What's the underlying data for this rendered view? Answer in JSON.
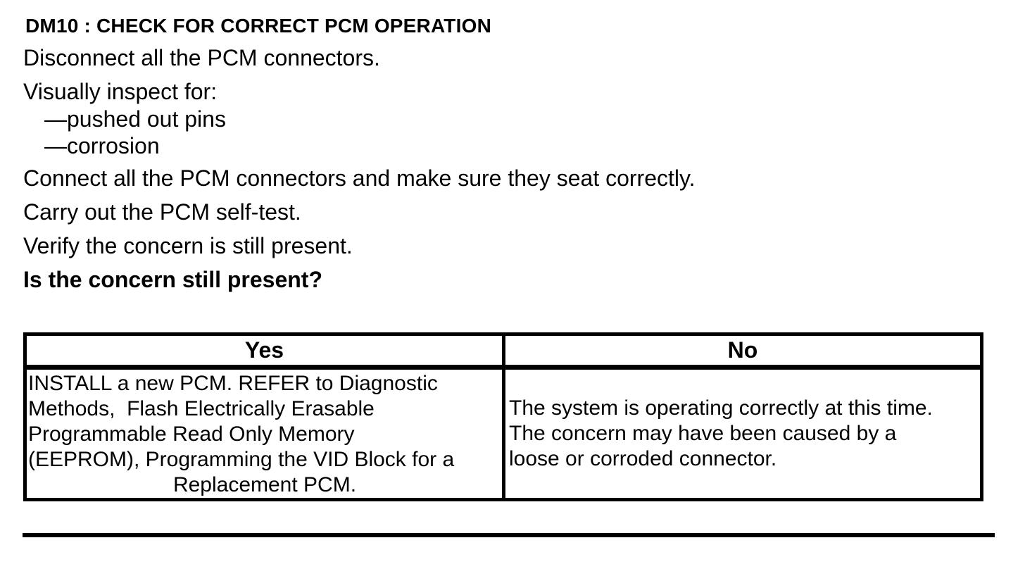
{
  "colors": {
    "ink": "#000000",
    "background": "#ffffff"
  },
  "procedure": {
    "heading": "DM10 : CHECK FOR CORRECT PCM OPERATION",
    "step_disconnect": "Disconnect all the PCM connectors.",
    "step_inspect": "Visually inspect for:",
    "inspect_items": [
      "—pushed out pins",
      "—corrosion"
    ],
    "step_connect": "Connect all the PCM connectors and make sure they seat correctly.",
    "step_selftest": "Carry out the PCM self-test.",
    "step_verify": "Verify the concern is still present.",
    "question": "Is the concern still present?"
  },
  "decision_table": {
    "headers": {
      "yes": "Yes",
      "no": "No"
    },
    "yes_action_lines": [
      "INSTALL a new PCM. REFER to Diagnostic",
      "Methods,  Flash Electrically Erasable",
      "Programmable Read Only Memory",
      "(EEPROM), Programming the VID Block for a",
      "Replacement PCM."
    ],
    "no_action_lines": [
      "The system is operating correctly at this time.",
      "The concern may have been caused by a",
      "loose or corroded connector."
    ]
  }
}
